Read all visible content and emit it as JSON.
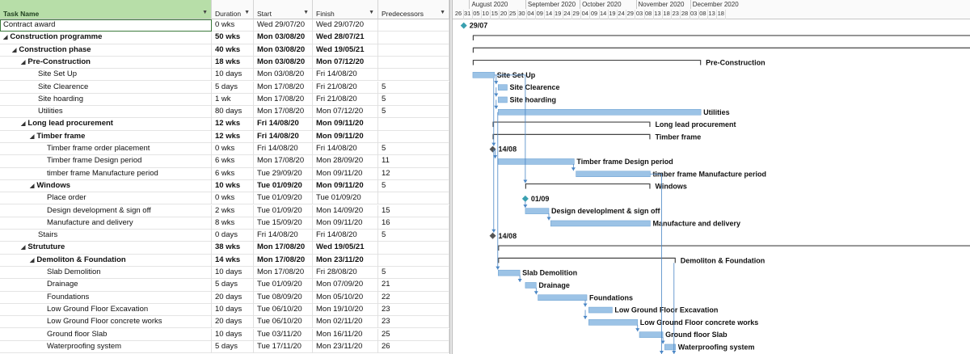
{
  "columns": {
    "name": "Task Name",
    "duration": "Duration",
    "start": "Start",
    "finish": "Finish",
    "predecessors": "Predecessors"
  },
  "timescale": {
    "months": [
      "August 2020",
      "September 2020",
      "October 2020",
      "November 2020",
      "December 2020"
    ],
    "days": [
      "26",
      "31",
      "05",
      "10",
      "15",
      "20",
      "25",
      "30",
      "04",
      "09",
      "14",
      "19",
      "24",
      "29",
      "04",
      "09",
      "14",
      "19",
      "24",
      "29",
      "03",
      "08",
      "13",
      "18",
      "23",
      "28",
      "03",
      "08",
      "13",
      "18"
    ]
  },
  "tasks": [
    {
      "name": "Contract award",
      "level": 0,
      "summary": false,
      "duration": "0 wks",
      "start": "Wed 29/07/20",
      "finish": "Wed 29/07/20",
      "pred": "",
      "type": "milestone",
      "s": 3,
      "label": "29/07"
    },
    {
      "name": "Construction programme",
      "level": 0,
      "summary": true,
      "duration": "50 wks",
      "start": "Mon 03/08/20",
      "finish": "Wed 28/07/21",
      "pred": "",
      "type": "summary",
      "s": 8,
      "e": 366,
      "label": ""
    },
    {
      "name": "Construction phase",
      "level": 1,
      "summary": true,
      "duration": "40 wks",
      "start": "Mon 03/08/20",
      "finish": "Wed 19/05/21",
      "pred": "",
      "type": "summary",
      "s": 8,
      "e": 296,
      "label": ""
    },
    {
      "name": "Pre-Construction",
      "level": 2,
      "summary": true,
      "duration": "18 wks",
      "start": "Mon 03/08/20",
      "finish": "Mon 07/12/20",
      "pred": "",
      "type": "summary",
      "s": 8,
      "e": 134,
      "label": "Pre-Construction"
    },
    {
      "name": "Site Set Up",
      "level": 3,
      "summary": false,
      "duration": "10 days",
      "start": "Mon 03/08/20",
      "finish": "Fri 14/08/20",
      "pred": "",
      "type": "task",
      "s": 8,
      "e": 20,
      "label": "Site Set Up"
    },
    {
      "name": "Site Clearence",
      "level": 3,
      "summary": false,
      "duration": "5 days",
      "start": "Mon 17/08/20",
      "finish": "Fri 21/08/20",
      "pred": "5",
      "type": "task",
      "s": 22,
      "e": 27,
      "label": "Site Clearence"
    },
    {
      "name": "Site hoarding",
      "level": 3,
      "summary": false,
      "duration": "1 wk",
      "start": "Mon 17/08/20",
      "finish": "Fri 21/08/20",
      "pred": "5",
      "type": "task",
      "s": 22,
      "e": 27,
      "label": "Site hoarding"
    },
    {
      "name": "Utilities",
      "level": 3,
      "summary": false,
      "duration": "80 days",
      "start": "Mon 17/08/20",
      "finish": "Mon 07/12/20",
      "pred": "5",
      "type": "task",
      "s": 22,
      "e": 134,
      "label": "Utilities"
    },
    {
      "name": "Long lead procurement",
      "level": 2,
      "summary": true,
      "duration": "12 wks",
      "start": "Fri 14/08/20",
      "finish": "Mon 09/11/20",
      "pred": "",
      "type": "summary",
      "s": 19,
      "e": 106,
      "label": "Long lead procurement"
    },
    {
      "name": "Timber frame",
      "level": 3,
      "summary": true,
      "duration": "12 wks",
      "start": "Fri 14/08/20",
      "finish": "Mon 09/11/20",
      "pred": "",
      "type": "summary",
      "s": 19,
      "e": 106,
      "label": "Timber frame"
    },
    {
      "name": "Timber frame order placement",
      "level": 4,
      "summary": false,
      "duration": "0 wks",
      "start": "Fri 14/08/20",
      "finish": "Fri 14/08/20",
      "pred": "5",
      "type": "milestone",
      "s": 19,
      "label": "14/08"
    },
    {
      "name": "Timber frame Design period",
      "level": 4,
      "summary": false,
      "duration": "6 wks",
      "start": "Mon 17/08/20",
      "finish": "Mon 28/09/20",
      "pred": "11",
      "type": "task",
      "s": 22,
      "e": 64,
      "label": "Timber frame Design period"
    },
    {
      "name": "timber frame Manufacture period",
      "level": 4,
      "summary": false,
      "duration": "6 wks",
      "start": "Tue 29/09/20",
      "finish": "Mon 09/11/20",
      "pred": "12",
      "type": "task",
      "s": 65,
      "e": 106,
      "label": "timber frame Manufacture period"
    },
    {
      "name": "Windows",
      "level": 3,
      "summary": true,
      "duration": "10 wks",
      "start": "Tue 01/09/20",
      "finish": "Mon 09/11/20",
      "pred": "5",
      "type": "summary",
      "s": 37,
      "e": 106,
      "label": "Windows"
    },
    {
      "name": "Place order",
      "level": 4,
      "summary": false,
      "duration": "0 wks",
      "start": "Tue 01/09/20",
      "finish": "Tue 01/09/20",
      "pred": "",
      "type": "milestone",
      "s": 37,
      "label": "01/09"
    },
    {
      "name": "Design development  & sign off",
      "level": 4,
      "summary": false,
      "duration": "2 wks",
      "start": "Tue 01/09/20",
      "finish": "Mon 14/09/20",
      "pred": "15",
      "type": "task",
      "s": 37,
      "e": 50,
      "label": "Design developlment  & sign off"
    },
    {
      "name": "Manufacture and delivery",
      "level": 4,
      "summary": false,
      "duration": "8 wks",
      "start": "Tue 15/09/20",
      "finish": "Mon 09/11/20",
      "pred": "16",
      "type": "task",
      "s": 51,
      "e": 106,
      "label": "Manufacture and delivery"
    },
    {
      "name": "Stairs",
      "level": 3,
      "summary": false,
      "duration": "0 days",
      "start": "Fri 14/08/20",
      "finish": "Fri 14/08/20",
      "pred": "5",
      "type": "milestone",
      "s": 19,
      "label": "14/08"
    },
    {
      "name": "Strututure",
      "level": 2,
      "summary": true,
      "duration": "38 wks",
      "start": "Mon 17/08/20",
      "finish": "Wed 19/05/21",
      "pred": "",
      "type": "summary",
      "s": 22,
      "e": 296,
      "label": ""
    },
    {
      "name": "Demoliton & Foundation",
      "level": 3,
      "summary": true,
      "duration": "14 wks",
      "start": "Mon 17/08/20",
      "finish": "Mon 23/11/20",
      "pred": "",
      "type": "summary",
      "s": 22,
      "e": 120,
      "label": "Demoliton & Foundation"
    },
    {
      "name": "Slab Demolition",
      "level": 4,
      "summary": false,
      "duration": "10 days",
      "start": "Mon 17/08/20",
      "finish": "Fri 28/08/20",
      "pred": "5",
      "type": "task",
      "s": 22,
      "e": 34,
      "label": "Slab Demolition"
    },
    {
      "name": "Drainage",
      "level": 4,
      "summary": false,
      "duration": "5 days",
      "start": "Tue 01/09/20",
      "finish": "Mon 07/09/20",
      "pred": "21",
      "type": "task",
      "s": 37,
      "e": 43,
      "label": "Drainage"
    },
    {
      "name": "Foundations",
      "level": 4,
      "summary": false,
      "duration": "20 days",
      "start": "Tue 08/09/20",
      "finish": "Mon 05/10/20",
      "pred": "22",
      "type": "task",
      "s": 44,
      "e": 71,
      "label": "Foundations"
    },
    {
      "name": "Low Ground Floor Excavation",
      "level": 4,
      "summary": false,
      "duration": "10 days",
      "start": "Tue 06/10/20",
      "finish": "Mon 19/10/20",
      "pred": "23",
      "type": "task",
      "s": 72,
      "e": 85,
      "label": "Low Ground Floor Excavation"
    },
    {
      "name": "Low Ground Floor concrete works",
      "level": 4,
      "summary": false,
      "duration": "20 days",
      "start": "Tue 06/10/20",
      "finish": "Mon 02/11/20",
      "pred": "23",
      "type": "task",
      "s": 72,
      "e": 99,
      "label": "Low Ground Floor concrete works"
    },
    {
      "name": "Ground floor Slab",
      "level": 4,
      "summary": false,
      "duration": "10 days",
      "start": "Tue 03/11/20",
      "finish": "Mon 16/11/20",
      "pred": "25",
      "type": "task",
      "s": 100,
      "e": 113,
      "label": "Ground floor Slab"
    },
    {
      "name": "Waterproofing system",
      "level": 4,
      "summary": false,
      "duration": "5 days",
      "start": "Tue 17/11/20",
      "finish": "Mon 23/11/20",
      "pred": "26",
      "type": "task",
      "s": 114,
      "e": 120,
      "label": "Waterproofing system"
    }
  ],
  "colors": {
    "bar": "#9cc3e6",
    "bar_border": "#6a9fd0",
    "summary": "#444444",
    "milestone_blue": "#3aa0b0",
    "milestone_grey": "#555555",
    "link": "#4a86c5",
    "header_selected": "#b7dea8"
  }
}
